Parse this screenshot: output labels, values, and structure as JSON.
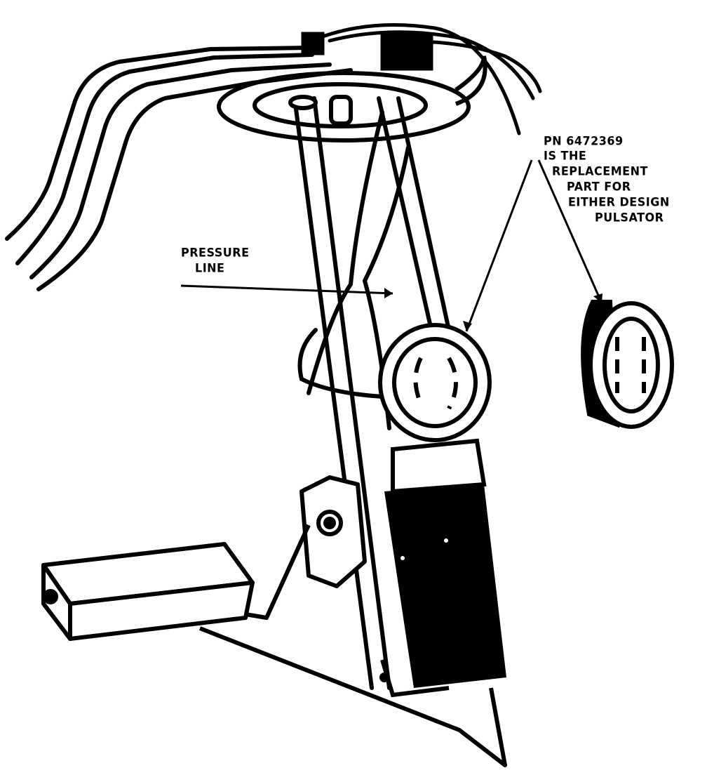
{
  "callouts": {
    "pressure_line": {
      "line1": "PRESSURE",
      "line2": "LINE"
    },
    "part_number": {
      "line1": "PN 6472369",
      "line2": "IS THE",
      "line3": "REPLACEMENT",
      "line4": "PART FOR",
      "line5": "EITHER DESIGN",
      "line6": "PULSATOR"
    }
  },
  "colors": {
    "ink": "#000000",
    "paper": "#ffffff"
  }
}
